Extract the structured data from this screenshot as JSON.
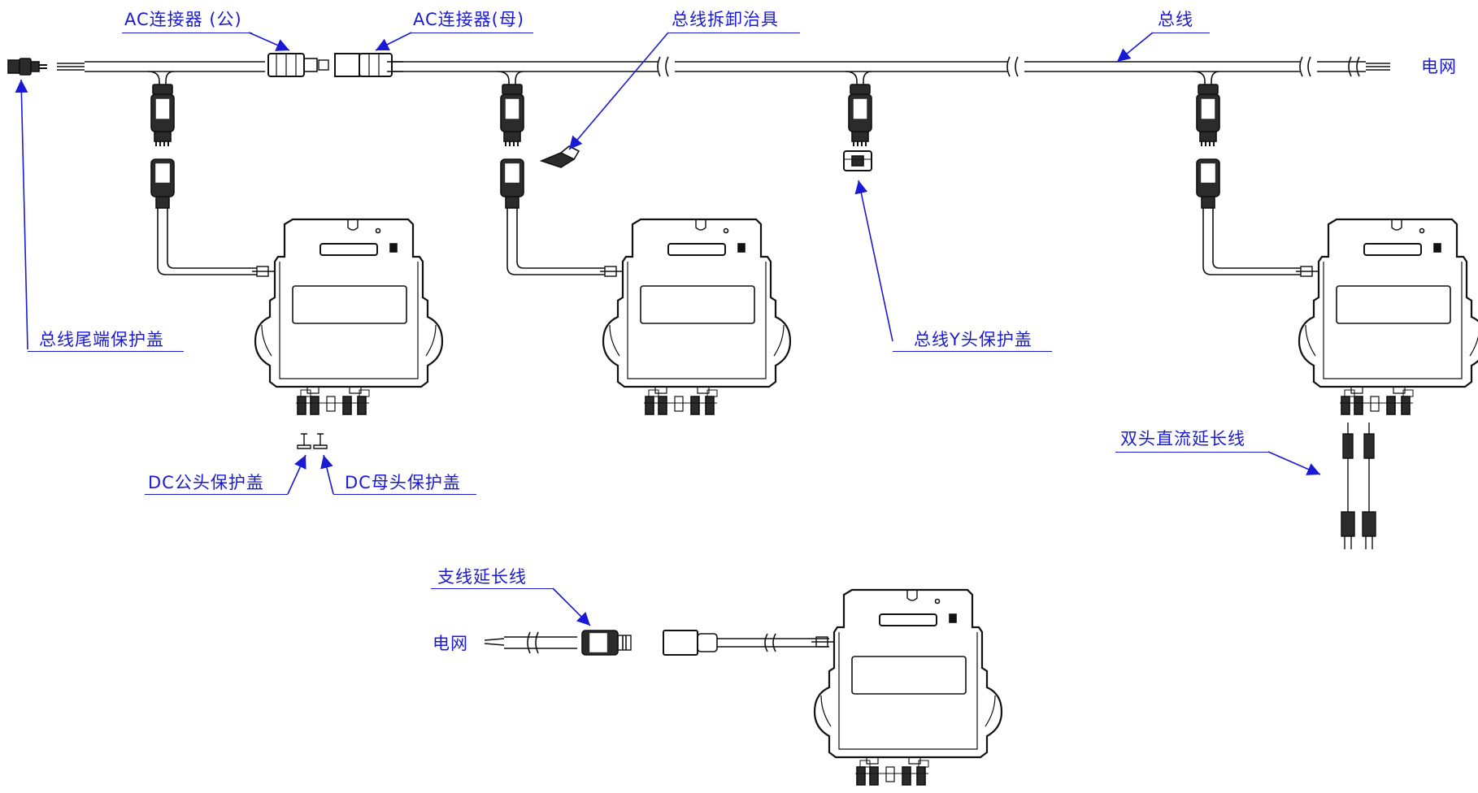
{
  "labels": {
    "ac_connector_male": "AC连接器 (公)",
    "ac_connector_female": "AC连接器(母)",
    "bus_removal_tool": "总线拆卸治具",
    "bus_cable": "总线",
    "grid_top": "电网",
    "bus_end_cap": "总线尾端保护盖",
    "bus_y_cap": "总线Y头保护盖",
    "dc_male_cap": "DC公头保护盖",
    "dc_female_cap": "DC母头保护盖",
    "dual_dc_extension": "双头直流延长线",
    "branch_extension": "支线延长线",
    "grid_bottom": "电网"
  },
  "colors": {
    "annotation": "#1a1ad6",
    "line_art": "#111111",
    "connector_fill": "#2b2b2b"
  }
}
